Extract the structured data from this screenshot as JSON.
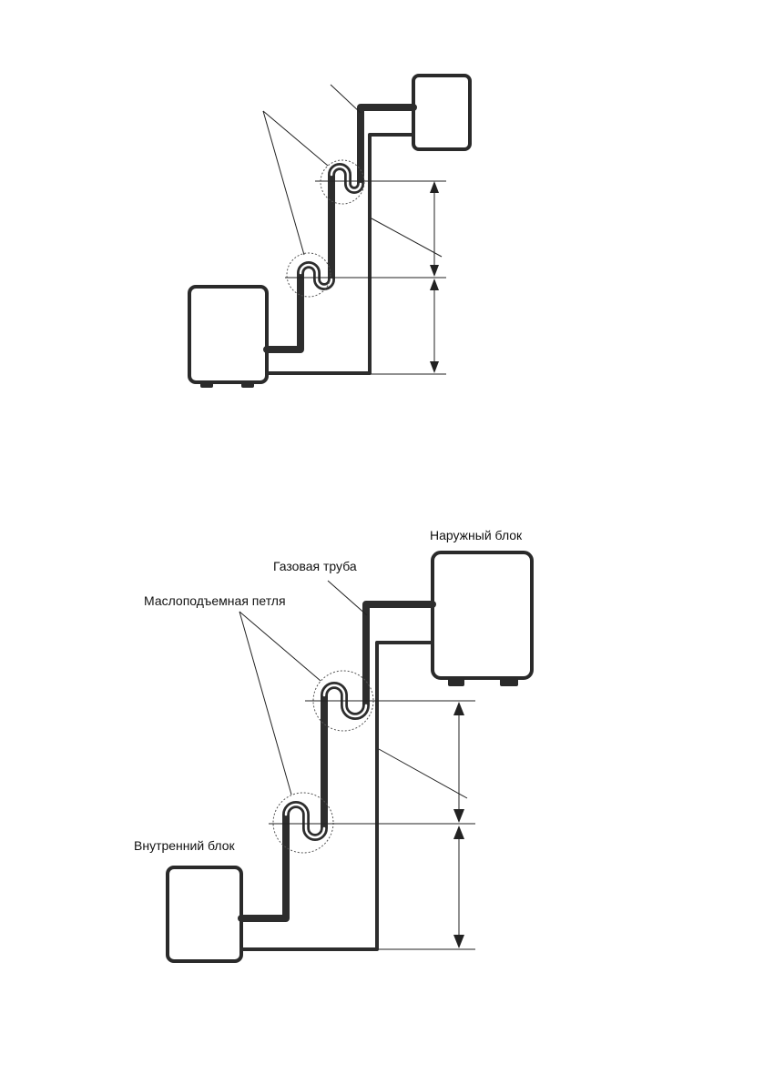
{
  "labels": {
    "outdoor_unit": "Наружный блок",
    "gas_pipe": "Газовая труба",
    "oil_lift_loop": "Маслоподъемная петля",
    "indoor_unit": "Внутренний блок"
  },
  "colors": {
    "pipe": "#2d2d2d",
    "outline": "#2a2a2a",
    "background": "#ffffff"
  }
}
